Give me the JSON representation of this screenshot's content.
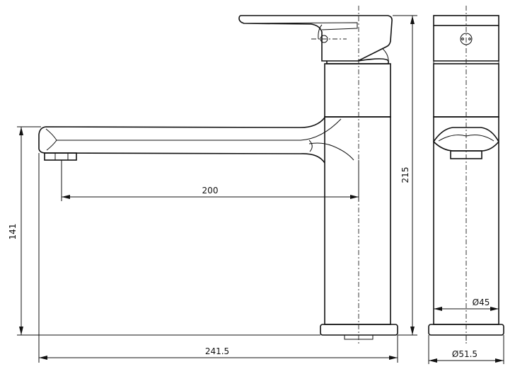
{
  "drawing": {
    "dimensions": {
      "spout_reach": "200",
      "spout_height": "141",
      "total_height": "215",
      "total_length": "241.5",
      "body_diameter": "Ø45",
      "base_diameter": "Ø51.5"
    }
  }
}
